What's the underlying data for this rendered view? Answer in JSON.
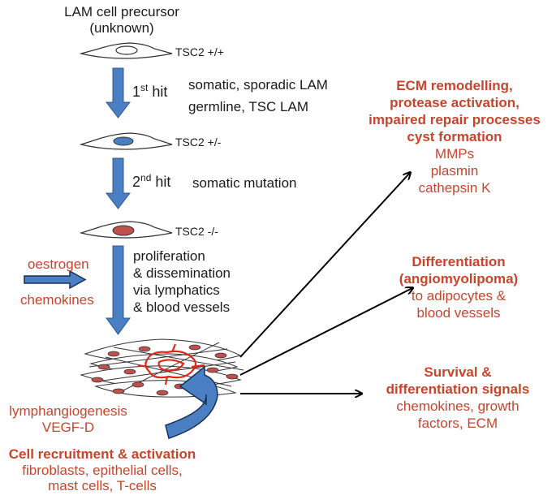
{
  "precursor": {
    "line1": "LAM cell precursor",
    "line2": "(unknown)"
  },
  "cells": {
    "tsc2_wt": "TSC2 +/+",
    "tsc2_het": "TSC2 +/-",
    "tsc2_null": "TSC2 -/-"
  },
  "first_hit": {
    "num": "1",
    "sup": "st",
    "word": "hit",
    "opt1": "somatic, sporadic LAM",
    "opt2": "germline, TSC LAM"
  },
  "second_hit": {
    "num": "2",
    "sup": "nd",
    "word": "hit",
    "desc": "somatic mutation"
  },
  "progression": {
    "l1": "proliferation",
    "l2": "& dissemination",
    "l3": "via lymphatics",
    "l4": "& blood vessels"
  },
  "inputs": {
    "a": "oestrogen",
    "b": "chemokines"
  },
  "lymph": {
    "l1": "lymphangiogenesis",
    "l2": "VEGF-D"
  },
  "recruitment": {
    "title": "Cell recruitment & activation",
    "l1": "fibroblasts, epithelial cells,",
    "l2": "mast cells, T-cells"
  },
  "ecm": {
    "t1": "ECM remodelling,",
    "t2": "protease activation,",
    "t3": "impaired repair processes",
    "t4": "cyst formation",
    "i1": "MMPs",
    "i2": "plasmin",
    "i3": "cathepsin K"
  },
  "diff": {
    "t1": "Differentiation",
    "t2": "(angiomyolipoma)",
    "i1": "to adipocytes &",
    "i2": "blood vessels"
  },
  "surv": {
    "t1": "Survival &",
    "t2": "differentiation signals",
    "i1": "chemokines, growth",
    "i2": "factors, ECM"
  },
  "colors": {
    "arrow_blue": "#4a7fc4",
    "accent_red": "#c8442a",
    "cell_red": "#c0504d"
  }
}
